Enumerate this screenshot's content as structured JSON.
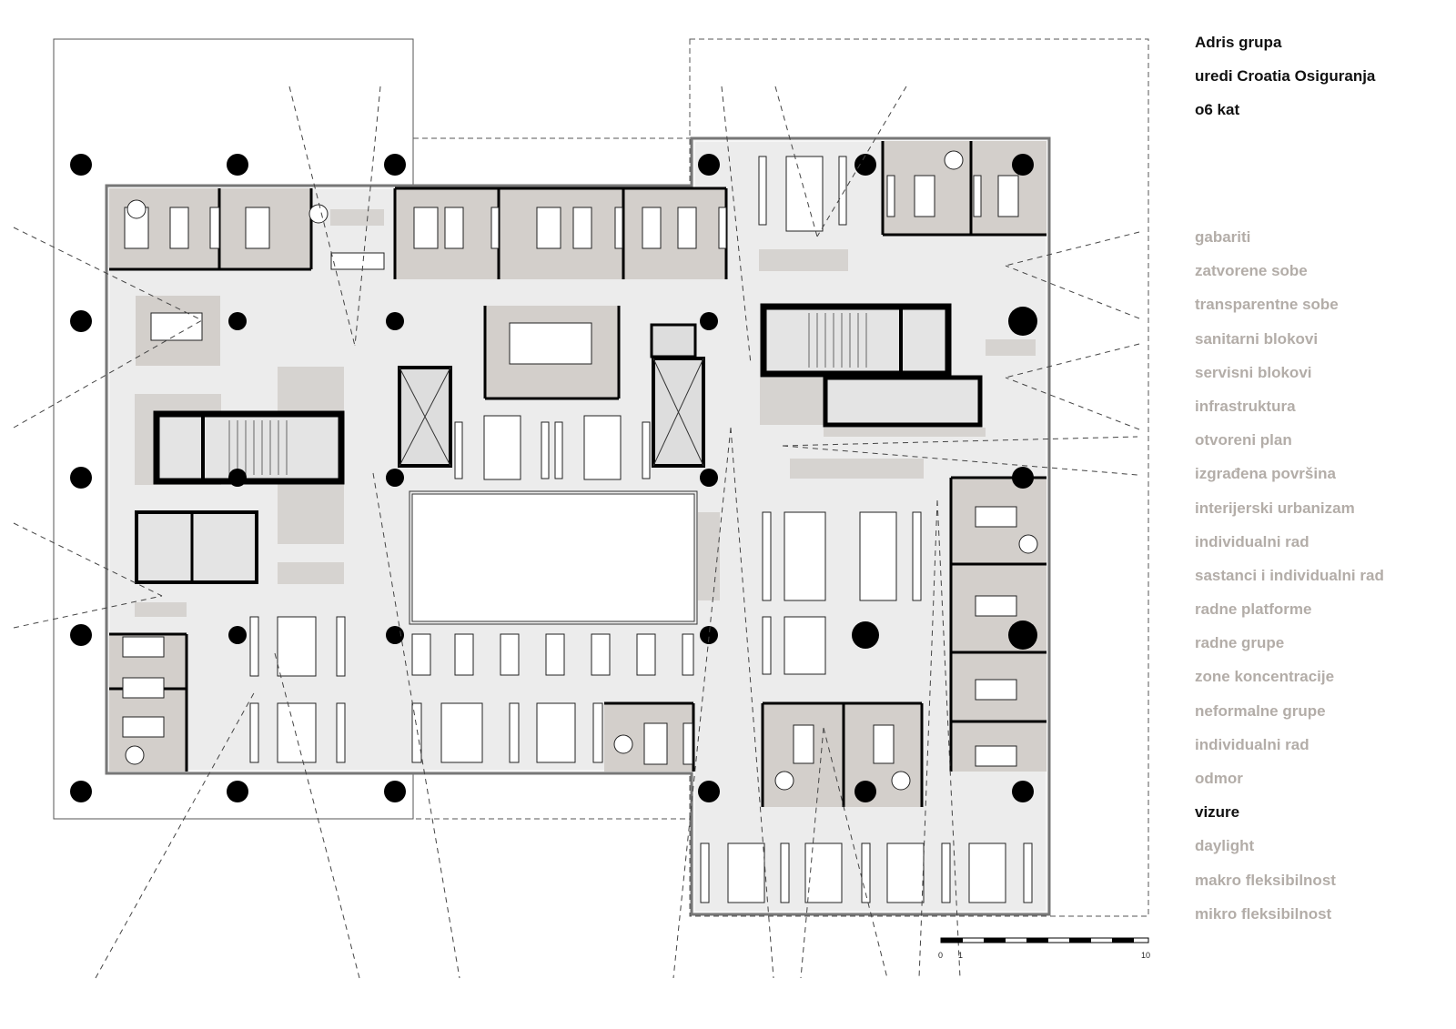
{
  "header": {
    "client": "Adris grupa",
    "project": "uredi Croatia Osiguranja",
    "floor": "o6 kat"
  },
  "legend": {
    "items": [
      {
        "label": "gabariti",
        "active": false
      },
      {
        "label": "zatvorene sobe",
        "active": false
      },
      {
        "label": "transparentne sobe",
        "active": false
      },
      {
        "label": "sanitarni blokovi",
        "active": false
      },
      {
        "label": "servisni blokovi",
        "active": false
      },
      {
        "label": "infrastruktura",
        "active": false
      },
      {
        "label": "otvoreni plan",
        "active": false
      },
      {
        "label": "izgrađena površina",
        "active": false
      },
      {
        "label": "interijerski urbanizam",
        "active": false
      },
      {
        "label": "individualni rad",
        "active": false
      },
      {
        "label": "sastanci i individualni rad",
        "active": false
      },
      {
        "label": "radne platforme",
        "active": false
      },
      {
        "label": "radne grupe",
        "active": false
      },
      {
        "label": "zone koncentracije",
        "active": false
      },
      {
        "label": "neformalne grupe",
        "active": false
      },
      {
        "label": "individualni rad",
        "active": false
      },
      {
        "label": "odmor",
        "active": false
      },
      {
        "label": "vizure",
        "active": true
      },
      {
        "label": "daylight",
        "active": false
      },
      {
        "label": "makro fleksibilnost",
        "active": false
      },
      {
        "label": "mikro fleksibilnost",
        "active": false
      }
    ],
    "active_color": "#111111",
    "inactive_color": "#b3ada8"
  },
  "scale_bar": {
    "labels": [
      "0",
      "1",
      "10"
    ]
  },
  "colors": {
    "slab": "#ececec",
    "rooms": "#d3cfcb",
    "infrastructure": "#d6d3d0",
    "walls": "#000000"
  }
}
